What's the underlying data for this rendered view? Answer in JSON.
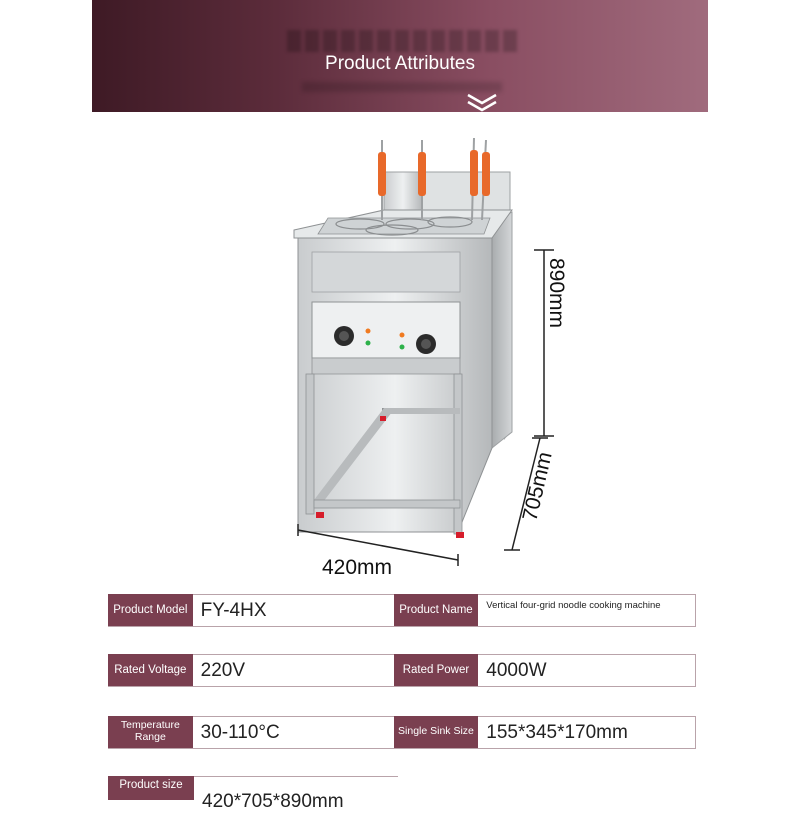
{
  "header": {
    "title": "Product Attributes"
  },
  "dimensions": {
    "height": "890mm",
    "depth": "705mm",
    "width": "420mm"
  },
  "specs": {
    "model_label": "Product Model",
    "model_value": "FY-4HX",
    "name_label": "Product Name",
    "name_value": "Vertical four-grid noodle cooking machine",
    "voltage_label": "Rated Voltage",
    "voltage_value": "220V",
    "power_label": "Rated Power",
    "power_value": "4000W",
    "temp_label": "Temperature Range",
    "temp_value": "30-110°C",
    "sink_label": "Single Sink Size",
    "sink_value": "155*345*170mm",
    "size_label": "Product size",
    "size_value": "420*705*890mm"
  },
  "colors": {
    "accent": "#7a3f50",
    "banner_dark": "#3e1a25",
    "banner_light": "#a06b7d",
    "handle_orange": "#e8692a",
    "knob_dark": "#2b2b2b"
  }
}
